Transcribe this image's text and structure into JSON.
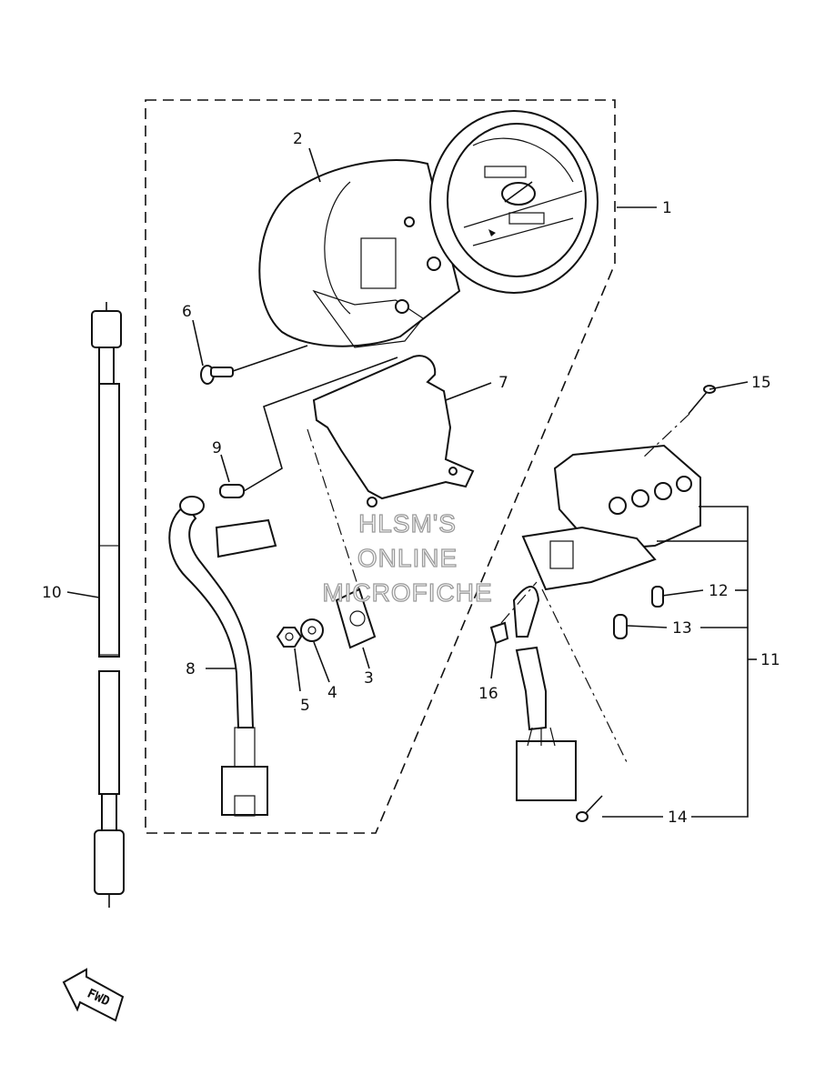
{
  "callouts": {
    "c1": "1",
    "c2": "2",
    "c3": "3",
    "c4": "4",
    "c5": "5",
    "c6": "6",
    "c7": "7",
    "c8": "8",
    "c9": "9",
    "c10": "10",
    "c11": "11",
    "c12": "12",
    "c13": "13",
    "c14": "14",
    "c15": "15",
    "c16": "16"
  },
  "watermark": {
    "line1": "HLSM'S",
    "line2": "ONLINE",
    "line3": "MICROFICHE"
  },
  "direction_arrow": {
    "label": "FWD",
    "icon": "forward-arrow-icon"
  }
}
